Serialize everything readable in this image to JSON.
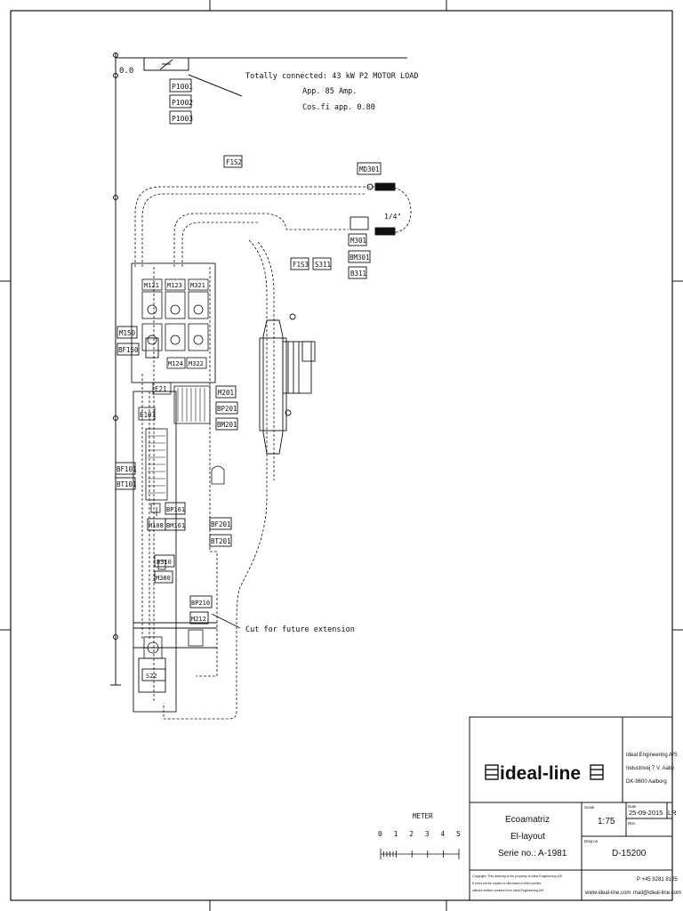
{
  "header": {
    "bus_label": "0.0",
    "load_note_line1": "Totally connected: 43 kW P2 MOTOR LOAD",
    "load_note_line2": "App. 85 Amp.",
    "load_note_line3": "Cos.fi app. 0.80"
  },
  "feeders": [
    "P1001",
    "P1002",
    "P1003"
  ],
  "tags": {
    "f1s2": "F1S2",
    "f1s3": "F1S3",
    "s311": "S311",
    "md301": "MD301",
    "m301": "M301",
    "bm301": "BM301",
    "b311": "B311",
    "m121": "M121",
    "m123": "M123",
    "m321": "M321",
    "m124": "M124",
    "m322": "M322",
    "m150": "M150",
    "bf150": "BF150",
    "e21": "E21",
    "m201": "M201",
    "bp201": "BP201",
    "bm201": "BM201",
    "e101": "E101",
    "bf101": "BF101",
    "bt101": "BT101",
    "bp101": "BP101",
    "m108": "M108",
    "bm101": "BM101",
    "bf201": "BF201",
    "bt201": "BT201",
    "b310": "B310",
    "m380": "M380",
    "bp210": "BP210",
    "m212": "M212",
    "s22": "S22",
    "dim_14": "1/4\""
  },
  "annotations": {
    "future_extension": "Cut for future extension"
  },
  "scale": {
    "title": "METER",
    "ticks": [
      "0",
      "1",
      "2",
      "3",
      "4",
      "5"
    ]
  },
  "title_block": {
    "logo": "ideal-line",
    "company_line1": "Ideal Engineering A/S",
    "company_line2": "Industrivej 7 V. Aaby",
    "company_line3": "DK-9600 Aalborg",
    "project_line1": "Ecoamatriz",
    "project_line2": "El-layout",
    "project_line3": "Serie no.: A-1981",
    "scale_label": "Scale",
    "scale_value": "1:75",
    "date_label": "Date",
    "date_value": "25-09-2015",
    "initials": "LR",
    "rev_label": "Rev",
    "drawing_label": "Dwg.no",
    "drawing_no": "D-15200",
    "phone": "P +45 9281 8125",
    "web": "www.ideal-line.com",
    "email": "mail@ideal-line.com",
    "fineprint1": "Copyright: This drawing is the property of Ideal Engineering A/S",
    "fineprint2": "It must not be copied or disclosed to third parties",
    "fineprint3": "without written consent from Ideal Engineering A/S"
  }
}
